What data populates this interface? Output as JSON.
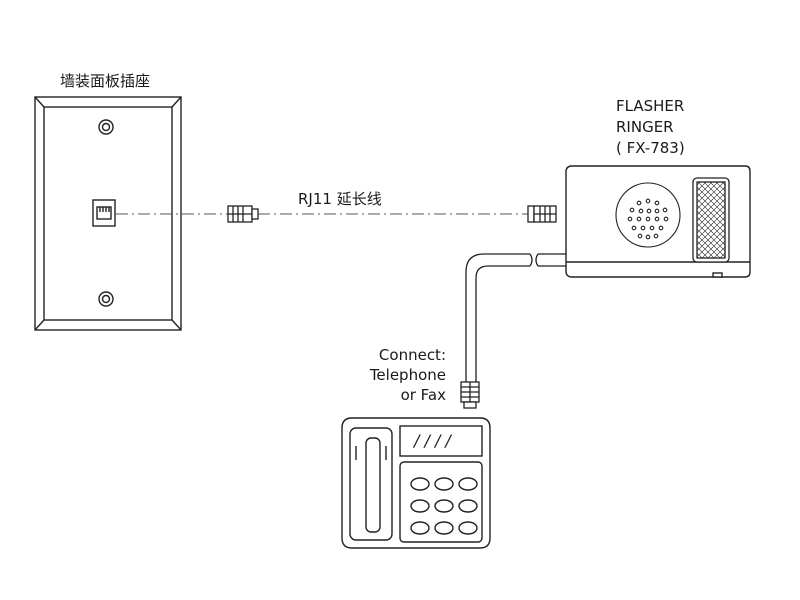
{
  "wall_plate": {
    "label": "墙装面板插座"
  },
  "cable": {
    "label": "RJ11 延长线"
  },
  "ringer": {
    "lines": [
      "FLASHER",
      "RINGER",
      "( FX-783)"
    ]
  },
  "connect": {
    "lines": [
      "Connect:",
      "Telephone",
      "or Fax"
    ]
  },
  "phone": {
    "display_marks": "/ / / /"
  },
  "colors": {
    "line": "#222222",
    "fill": "#ffffff",
    "dash": "#555555"
  }
}
